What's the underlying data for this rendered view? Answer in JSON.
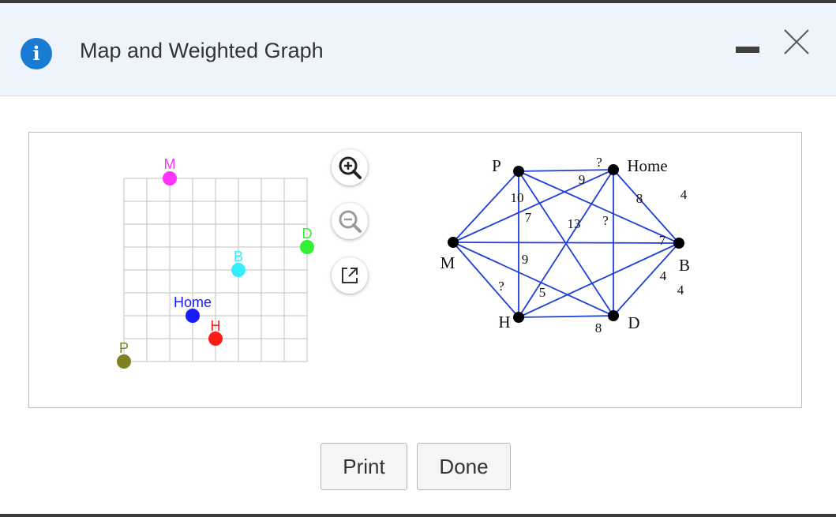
{
  "dialog": {
    "title": "Map and Weighted Graph",
    "info_icon_glyph": "i",
    "print_label": "Print",
    "done_label": "Done"
  },
  "map": {
    "points": [
      {
        "label": "M",
        "color": "#ff33ff"
      },
      {
        "label": "D",
        "color": "#33ee33"
      },
      {
        "label": "B",
        "color": "#33eeff"
      },
      {
        "label": "Home",
        "color": "#1a1aff"
      },
      {
        "label": "H",
        "color": "#ff1a1a"
      },
      {
        "label": "P",
        "color": "#808020"
      }
    ]
  },
  "graph": {
    "vertices": [
      "P",
      "Home",
      "M",
      "B",
      "H",
      "D"
    ],
    "edge_labels": [
      "?",
      "9",
      "10",
      "7",
      "13",
      "?",
      "8",
      "4",
      "7",
      "9",
      "4",
      "4",
      "?",
      "5",
      "8"
    ]
  }
}
